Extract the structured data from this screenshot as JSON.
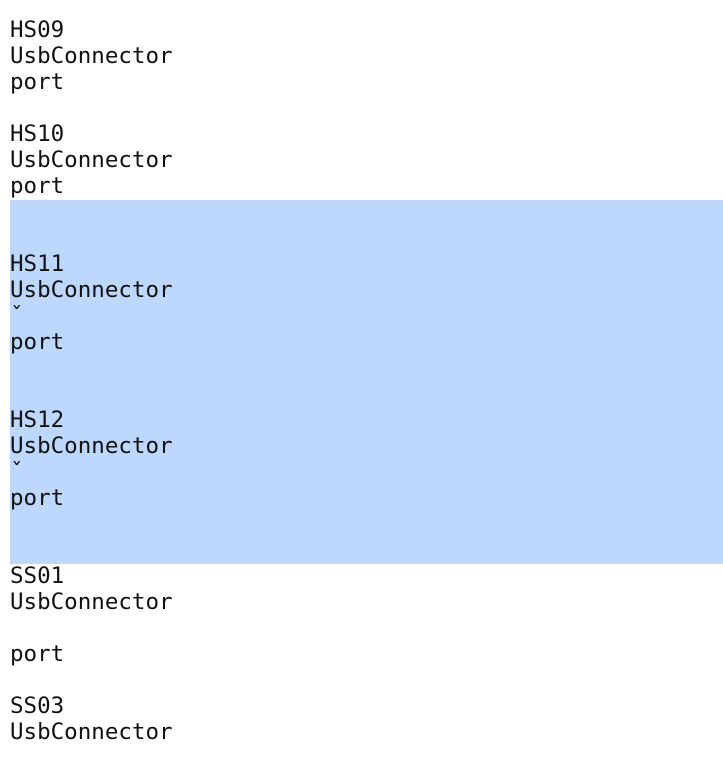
{
  "selection_color": "#bdd7fd",
  "lines": [
    "HS09",
    "UsbConnector",
    "port",
    "",
    "HS10",
    "UsbConnector",
    "port",
    "",
    "",
    "HS11",
    "UsbConnector",
    "ˇ",
    "port",
    "",
    "",
    "HS12",
    "UsbConnector",
    "ˇ",
    "port",
    "",
    "",
    "SS01",
    "UsbConnector",
    "",
    "port",
    "",
    "SS03",
    "UsbConnector"
  ]
}
